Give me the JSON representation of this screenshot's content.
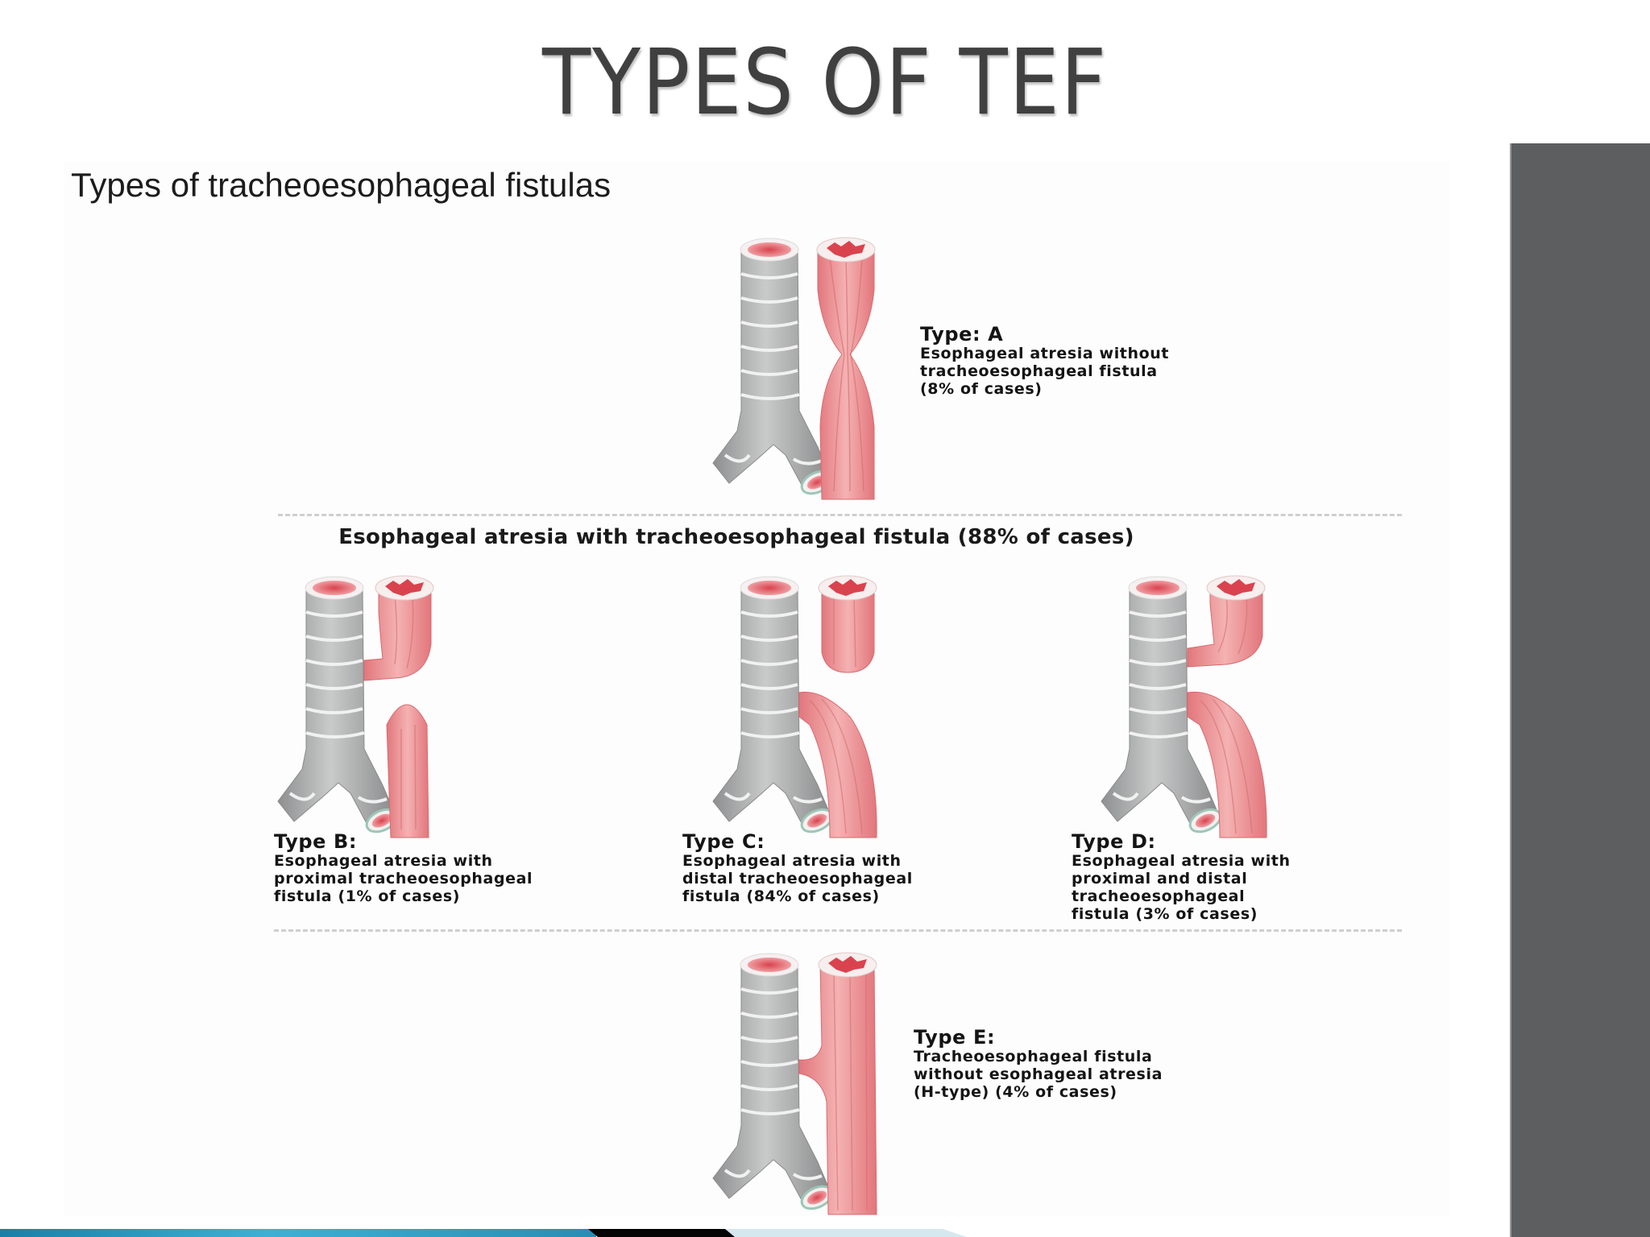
{
  "slide": {
    "title": "TYPES OF TEF"
  },
  "figure": {
    "heading": "Types of tracheoesophageal fistulas",
    "group_heading": "Esophageal atresia with tracheoesophageal fistula (88% of cases)",
    "types": [
      {
        "id": "A",
        "label": "Type: A",
        "lines": [
          "Esophageal atresia without",
          "tracheoesophageal fistula",
          "(8% of cases)"
        ],
        "percent": 8
      },
      {
        "id": "B",
        "label": "Type B:",
        "lines": [
          "Esophageal atresia with",
          "proximal tracheoesophageal",
          "fistula (1% of cases)"
        ],
        "percent": 1
      },
      {
        "id": "C",
        "label": "Type C:",
        "lines": [
          "Esophageal atresia with",
          "distal tracheoesophageal",
          "fistula (84% of cases)"
        ],
        "percent": 84
      },
      {
        "id": "D",
        "label": "Type D:",
        "lines": [
          "Esophageal atresia with",
          "proximal and distal",
          "tracheoesophageal",
          "fistula (3% of cases)"
        ],
        "percent": 3
      },
      {
        "id": "E",
        "label": "Type E:",
        "lines": [
          "Tracheoesophageal fistula",
          "without esophageal atresia",
          "(H-type) (4% of cases)"
        ],
        "percent": 4
      }
    ]
  },
  "colors": {
    "title": "#404040",
    "side_panel": "#5d5e5f",
    "trachea": "#a9aaab",
    "esophagus": "#e98a8f",
    "bar_blue": "#2a9cc4",
    "bar_black": "#050505",
    "bar_light": "#d6e8ef"
  }
}
